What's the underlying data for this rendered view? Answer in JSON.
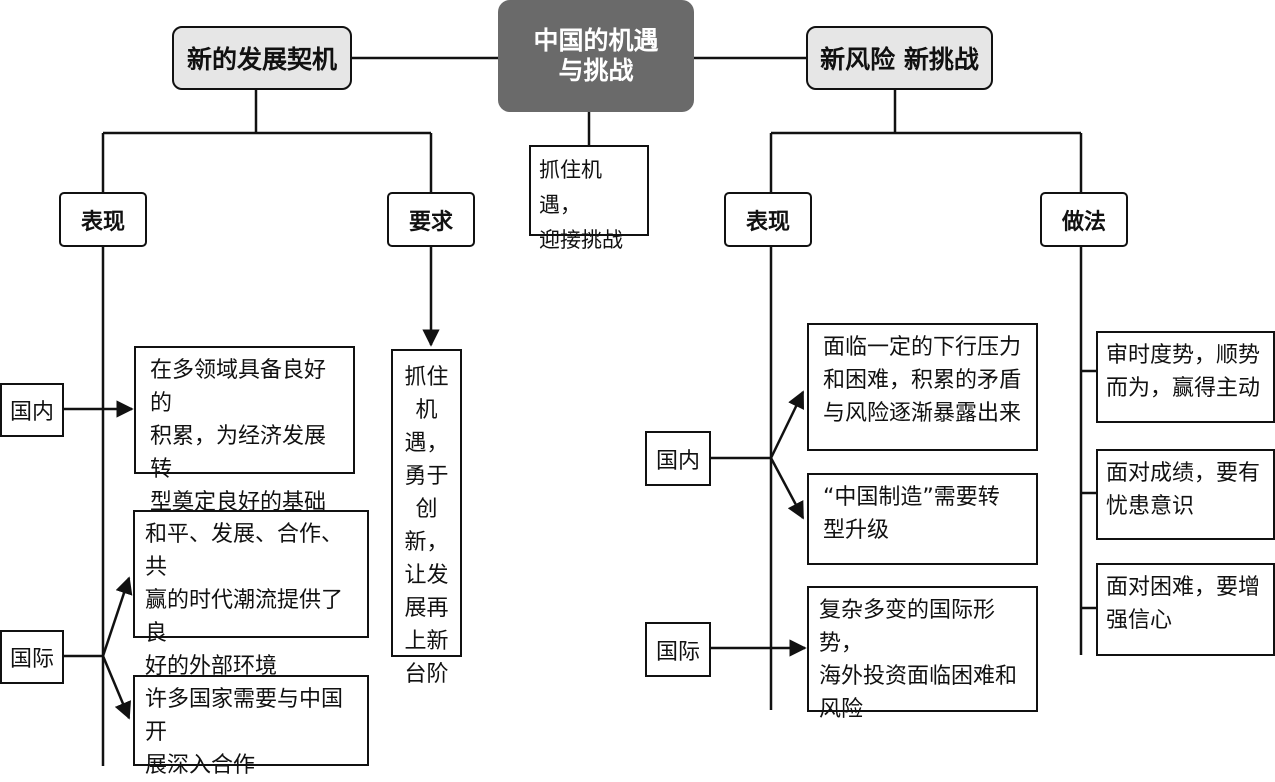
{
  "center": {
    "title": "中国的机遇\n与挑战",
    "note": "抓住机遇，\n迎接挑战"
  },
  "left": {
    "title": "新的发展契机",
    "manifest_label": "表现",
    "require_label": "要求",
    "domestic_label": "国内",
    "international_label": "国际",
    "domestic_items": [
      "在多领域具备良好的\n积累，为经济发展转\n型奠定良好的基础"
    ],
    "international_items": [
      "和平、发展、合作、共\n赢的时代潮流提供了良\n好的外部环境",
      "许多国家需要与中国开\n展深入合作"
    ],
    "requirement": "抓住\n机遇，\n勇于\n创新，\n让发\n展再\n上新\n台阶"
  },
  "right": {
    "title": "新风险  新挑战",
    "manifest_label": "表现",
    "action_label": "做法",
    "domestic_label": "国内",
    "international_label": "国际",
    "domestic_items": [
      "面临一定的下行压力\n和困难，积累的矛盾\n与风险逐渐暴露出来",
      "“中国制造”需要转\n型升级"
    ],
    "international_items": [
      "复杂多变的国际形势，\n海外投资面临困难和\n风险"
    ],
    "actions": [
      "审时度势，顺势\n而为，赢得主动",
      "面对成绩，要有\n忧患意识",
      "面对困难，要增\n强信心"
    ]
  }
}
